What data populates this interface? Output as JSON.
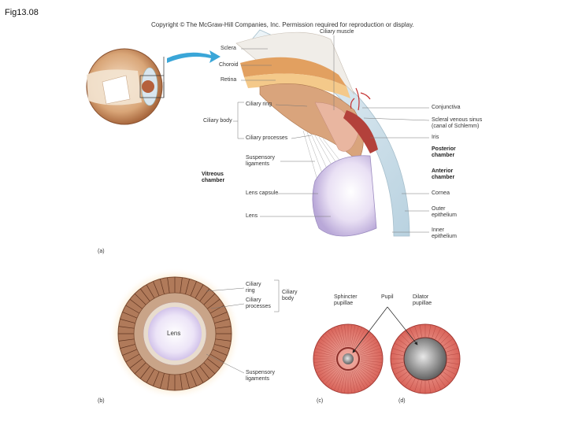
{
  "figure_label": "Fig13.08",
  "copyright": "Copyright © The McGraw-Hill Companies, Inc. Permission required for reproduction or display.",
  "panel_a": {
    "tag": "(a)",
    "labels": {
      "ciliary_muscle": "Ciliary muscle",
      "sclera": "Sclera",
      "choroid": "Choroid",
      "retina": "Retina",
      "ciliary_ring": "Ciliary ring",
      "ciliary_body": "Ciliary body",
      "ciliary_processes": "Ciliary processes",
      "suspensory_ligaments": [
        "Suspensory",
        "ligaments"
      ],
      "vitreous_chamber": [
        "Vitreous",
        "chamber"
      ],
      "lens_capsule": "Lens capsule",
      "lens": "Lens",
      "conjunctiva": "Conjunctiva",
      "scleral_venous_sinus": [
        "Scleral venous sinus",
        "(canal of Schlemm)"
      ],
      "iris": "Iris",
      "posterior_chamber": [
        "Posterior",
        "chamber"
      ],
      "anterior_chamber": [
        "Anterior",
        "chamber"
      ],
      "cornea": "Cornea",
      "outer_epithelium": [
        "Outer",
        "epithelium"
      ],
      "inner_epithelium": [
        "Inner",
        "epithelium"
      ]
    }
  },
  "panel_b": {
    "tag": "(b)",
    "labels": {
      "ciliary_ring": [
        "Ciliary",
        "ring"
      ],
      "ciliary_processes": [
        "Ciliary",
        "processes"
      ],
      "ciliary_body": [
        "Ciliary",
        "body"
      ],
      "lens": "Lens",
      "suspensory_ligaments": [
        "Suspensory",
        "ligaments"
      ]
    }
  },
  "panel_c": {
    "tag": "(c)",
    "labels": {
      "sphincter_pupillae": [
        "Sphincter",
        "pupillae"
      ],
      "pupil": "Pupil"
    }
  },
  "panel_d": {
    "tag": "(d)",
    "labels": {
      "dilator_pupillae": [
        "Dilator",
        "pupillae"
      ]
    }
  },
  "colors": {
    "muscle_red": "#d9645a",
    "ciliary_brown": "#b07a5a",
    "lens_lilac": "#d6c8ea",
    "cornea_blue": "#cfe0ea",
    "arrow_blue": "#3aa6d8"
  }
}
